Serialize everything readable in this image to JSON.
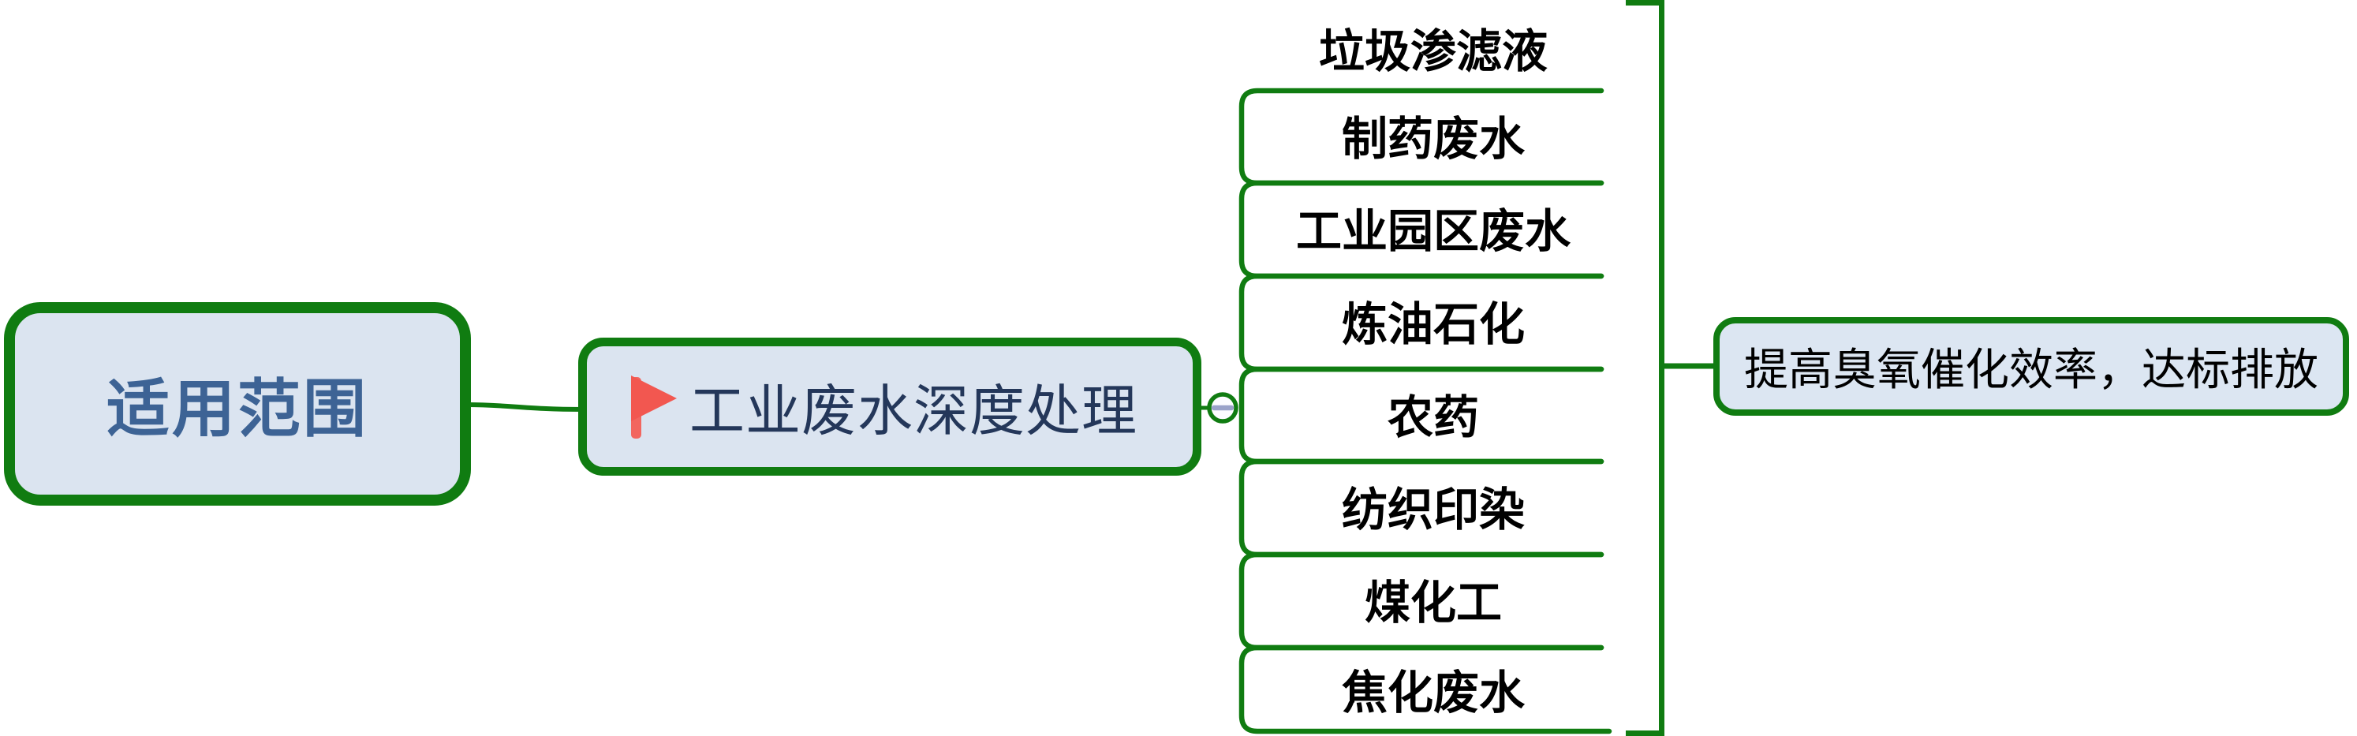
{
  "map": {
    "root": {
      "label": "适用范围"
    },
    "main_topic": {
      "label": "工业废水深度处理",
      "icon": "flag-icon"
    },
    "children": [
      {
        "label": "垃圾渗滤液"
      },
      {
        "label": "制药废水"
      },
      {
        "label": "工业园区废水"
      },
      {
        "label": "炼油石化"
      },
      {
        "label": "农药"
      },
      {
        "label": "纺织印染"
      },
      {
        "label": "煤化工"
      },
      {
        "label": "焦化废水"
      }
    ],
    "summary": {
      "label": "提高臭氧催化效率，达标排放"
    },
    "collapse_button": {
      "state": "expanded",
      "icon": "minus-icon"
    }
  },
  "colors": {
    "branch_green": "#107c11",
    "node_fill": "#dbe4f0",
    "root_text": "#3d6395",
    "main_topic_text": "#24375a",
    "child_text": "#000000",
    "summary_text": "#000000",
    "flag_red": "#f25750",
    "flag_pole_red": "#f2665f",
    "minus_glyph": "#9aa2c9",
    "background": "#ffffff"
  }
}
